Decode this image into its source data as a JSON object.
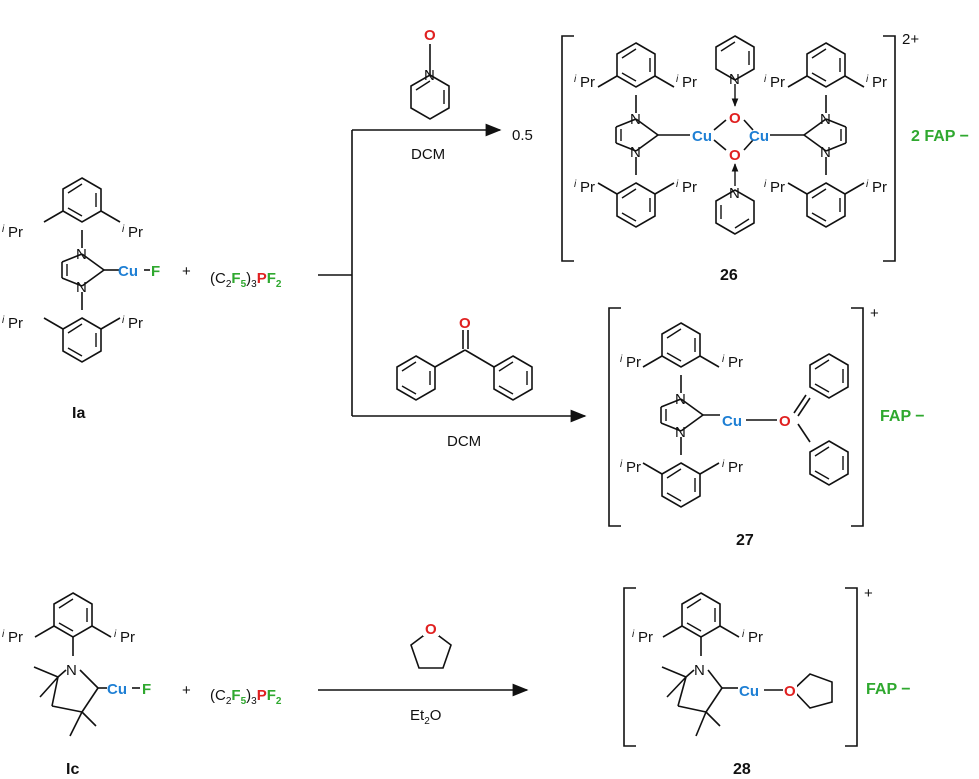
{
  "labels": {
    "ia": "Ia",
    "ic": "Ic",
    "cmp26": "26",
    "cmp27": "27",
    "cmp28": "28",
    "coeff": "0.5",
    "charge2": "2+",
    "charge1": "+",
    "fap2": "2 FAP",
    "fap": "FAP",
    "minus": "−",
    "dcm": "DCM",
    "et2o": "Et",
    "et2o_sub": "2",
    "et2o_o": "O",
    "plus": "+",
    "pr": "Pr",
    "i": "i",
    "N": "N",
    "O": "O",
    "Cu": "Cu",
    "F": "F",
    "C": "C",
    "P": "P"
  },
  "reagent": {
    "open": "(C",
    "c_sub": "2",
    "f_sub": "5",
    "close_sub": "3",
    "pf2_sub": "2"
  },
  "colors": {
    "copper": "#1e7fd4",
    "fluorine": "#2fa82f",
    "oxygen": "#e02020",
    "phosphorus": "#e02020",
    "counterion": "#2fa82f"
  }
}
